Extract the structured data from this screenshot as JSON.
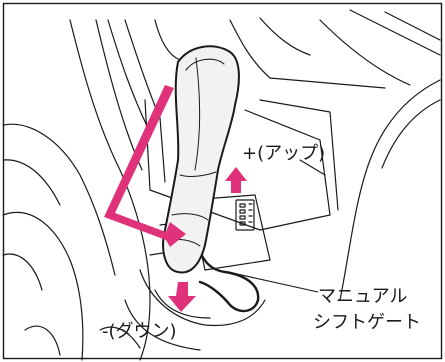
{
  "labels": {
    "up": "+(アップ)",
    "down": "-(ダウン)",
    "gate_line1": "マニュアル",
    "gate_line2": "シフトゲート"
  },
  "colors": {
    "line": "#1a1a1a",
    "arrow": "#e0327a",
    "background": "#ffffff"
  }
}
